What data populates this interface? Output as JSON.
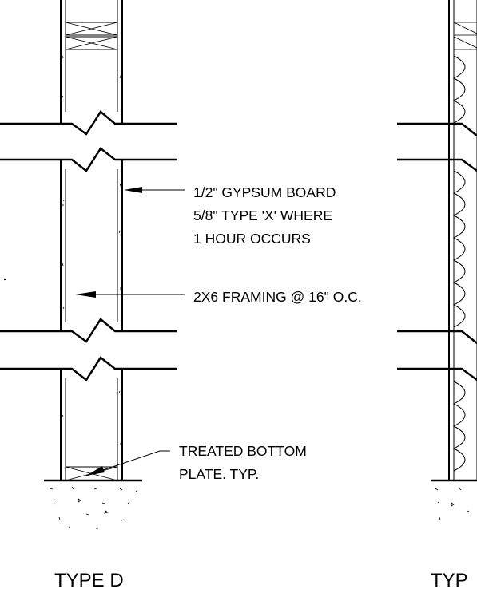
{
  "callouts": {
    "gypsum": [
      "1/2\" GYPSUM BOARD",
      "5/8\" TYPE 'X' WHERE",
      "1 HOUR OCCURS"
    ],
    "framing": "2X6 FRAMING @ 16\" O.C.",
    "plate": [
      "TREATED BOTTOM",
      "PLATE. TYP."
    ]
  },
  "titles": {
    "left": "TYPE D",
    "right": "TYP"
  }
}
